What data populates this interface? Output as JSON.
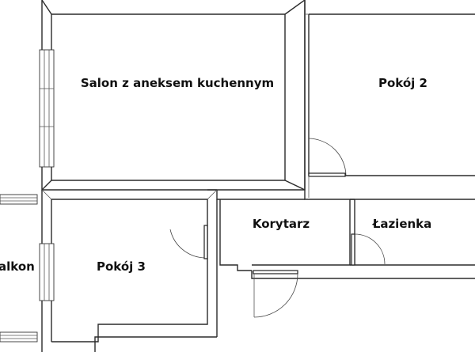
{
  "rooms": {
    "salon": "Salon z aneksem kuchennym",
    "pokoj2": "Pokój 2",
    "korytarz": "Korytarz",
    "lazienka": "Łazienka",
    "pokoj3": "Pokój 3",
    "balkon": "alkon"
  }
}
